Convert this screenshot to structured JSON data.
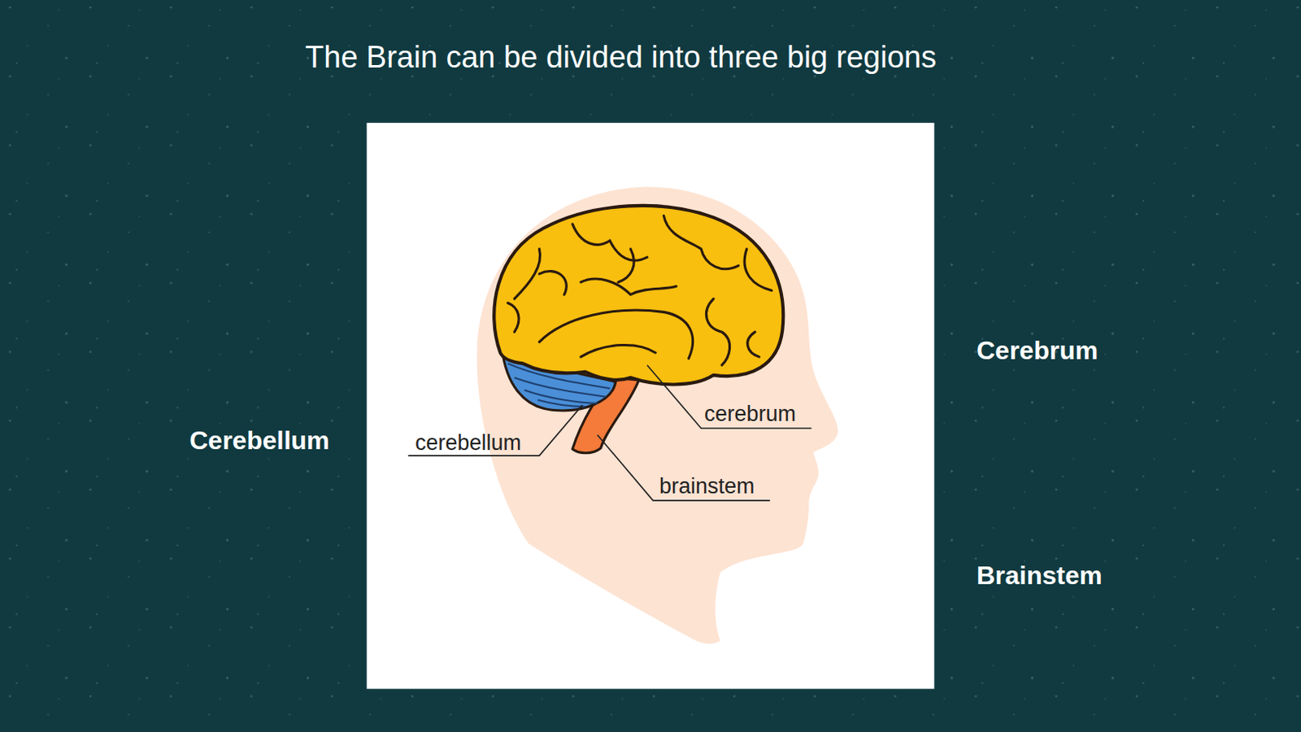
{
  "diagram": {
    "title": "The Brain can be divided into three big regions",
    "labels": [
      "Cerebrum",
      "cerebrum",
      "Cerebellum",
      "cerebellum",
      "brainstem",
      "Brainstem"
    ]
  }
}
